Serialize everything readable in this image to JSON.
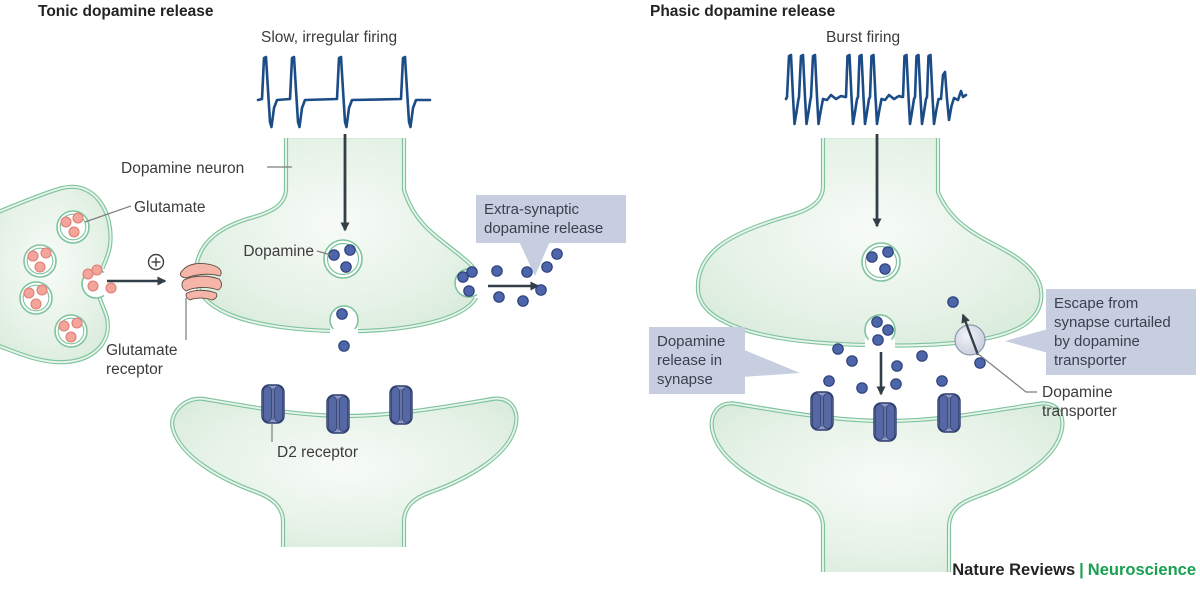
{
  "figure": {
    "left_panel": {
      "title": "Tonic dopamine release",
      "firing_label": "Slow, irregular firing",
      "labels": {
        "dopamine_neuron": "Dopamine neuron",
        "glutamate": "Glutamate",
        "dopamine": "Dopamine",
        "glutamate_receptor": "Glutamate receptor",
        "d2_receptor": "D2 receptor"
      },
      "callouts": {
        "extra_synaptic": "Extra-synaptic dopamine release"
      }
    },
    "right_panel": {
      "title": "Phasic dopamine release",
      "firing_label": "Burst firing",
      "labels": {
        "dopamine_transporter": "Dopamine transporter"
      },
      "callouts": {
        "release_in_synapse": "Dopamine release in synapse",
        "escape": "Escape from synapse curtailed by dopamine transporter"
      }
    },
    "footer": {
      "publisher": "Nature Reviews",
      "separator": "|",
      "journal": "Neuroscience"
    },
    "colors": {
      "membrane_green": "#7fc49e",
      "cell_fill_light": "#f6fbf6",
      "cell_fill_dark": "#d5e9d8",
      "dopamine_dot_blue": "#4d66ab",
      "glutamate_dot_pink": "#f3a49b",
      "d2_receptor_blue": "#5668a4",
      "glutamate_receptor_pink": "#f5b5a9",
      "callout_bg": "#c6cee0",
      "waveform_blue": "#1b4c87",
      "arrow_dark": "#333f48",
      "brand_green": "#18a050"
    }
  }
}
